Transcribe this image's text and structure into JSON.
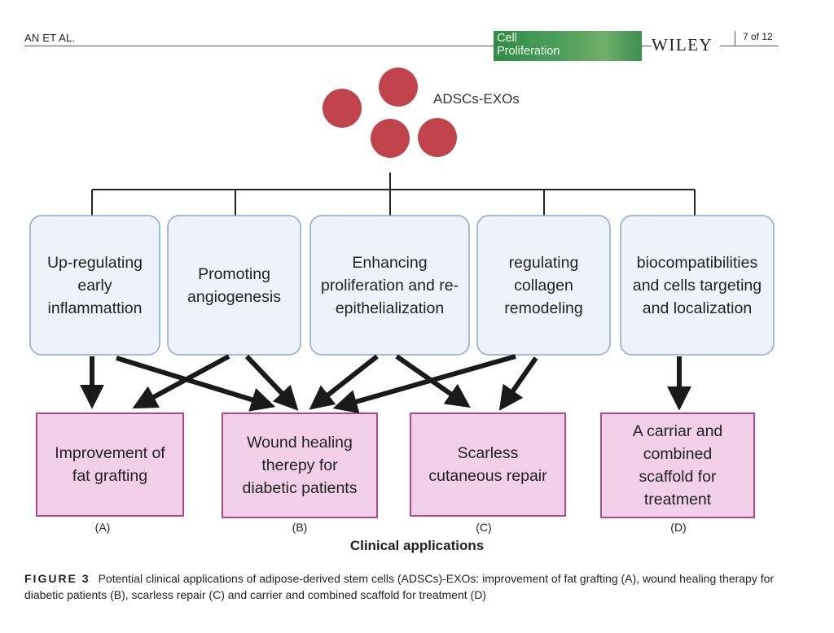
{
  "header": {
    "authors": "AN ET AL.",
    "journal_line1": "Cell",
    "journal_line2": "Proliferation",
    "publisher": "WILEY",
    "page": "7 of 12"
  },
  "figure": {
    "source_label": "ADSCs-EXOs",
    "mechanisms": [
      "Up-regulating early inflammattion",
      "Promoting angiogenesis",
      "Enhancing proliferation and re-epithelialization",
      "regulating collagen remodeling",
      "biocompatibilities and cells targeting and localization"
    ],
    "applications": [
      {
        "label": "Improvement of fat grafting",
        "panel": "(A)"
      },
      {
        "label": "Wound healing therepy for diabetic patients",
        "panel": "(B)"
      },
      {
        "label": "Scarless cutaneous repair",
        "panel": "(C)"
      },
      {
        "label": "A carriar and combined scaffold for treatment",
        "panel": "(D)"
      }
    ],
    "bottom_title": "Clinical applications",
    "colors": {
      "exosome": "#c0434b",
      "mechanism_fill": "#edf2fb",
      "mechanism_border": "#8aa6d0",
      "application_fill": "#f1cfe9",
      "application_border": "#b0468e",
      "arrow": "#1a1a1a"
    }
  },
  "caption": {
    "label": "FIGURE 3",
    "text": "Potential clinical applications of adipose-derived stem cells (ADSCs)-EXOs: improvement of fat grafting (A), wound healing therapy for diabetic patients (B), scarless repair (C) and carrier and combined scaffold for treatment (D)"
  }
}
